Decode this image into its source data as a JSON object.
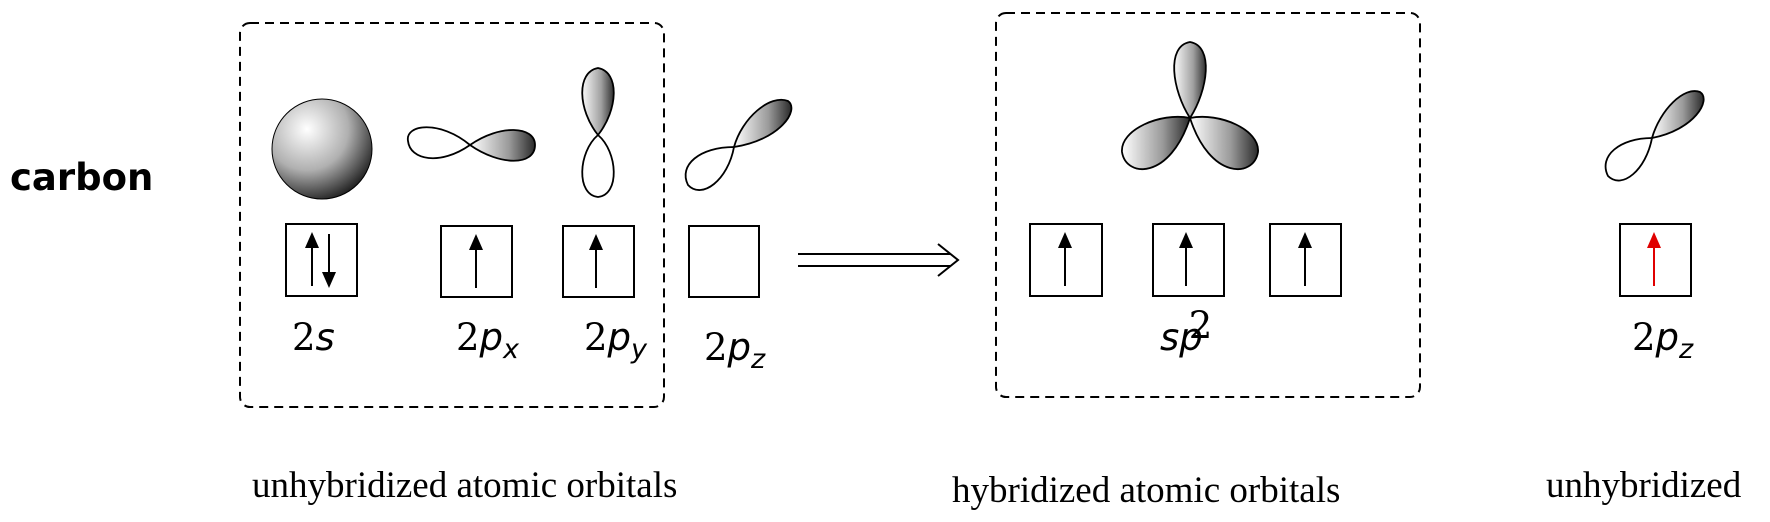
{
  "atom": "carbon",
  "arrow_colors": {
    "default": "#000000",
    "highlight": "#e00000"
  },
  "unhybridized_group": {
    "caption": "unhybridized atomic orbitals",
    "orbitals": [
      {
        "label_num": "2",
        "label_letter": "s",
        "label_sub": "",
        "shape": "s-sphere",
        "electrons": [
          "up",
          "down"
        ]
      },
      {
        "label_num": "2",
        "label_letter": "p",
        "label_sub": "x",
        "shape": "p-horizontal",
        "electrons": [
          "up"
        ]
      },
      {
        "label_num": "2",
        "label_letter": "p",
        "label_sub": "y",
        "shape": "p-vertical",
        "electrons": [
          "up"
        ]
      }
    ]
  },
  "pz_orbital": {
    "label_num": "2",
    "label_letter": "p",
    "label_sub": "z",
    "shape": "p-diagonal",
    "electrons": []
  },
  "reaction_arrow": "double-arrow",
  "hybridized_group": {
    "caption": "hybridized atomic orbitals",
    "label_main": "sp",
    "label_sup": "2",
    "shape": "sp2-trigonal",
    "electrons": [
      [
        "up"
      ],
      [
        "up"
      ],
      [
        "up"
      ]
    ]
  },
  "unhybridized_pz": {
    "caption": "unhybridized",
    "label_num": "2",
    "label_letter": "p",
    "label_sub": "z",
    "shape": "p-diagonal",
    "electrons": [
      "up-red"
    ]
  }
}
